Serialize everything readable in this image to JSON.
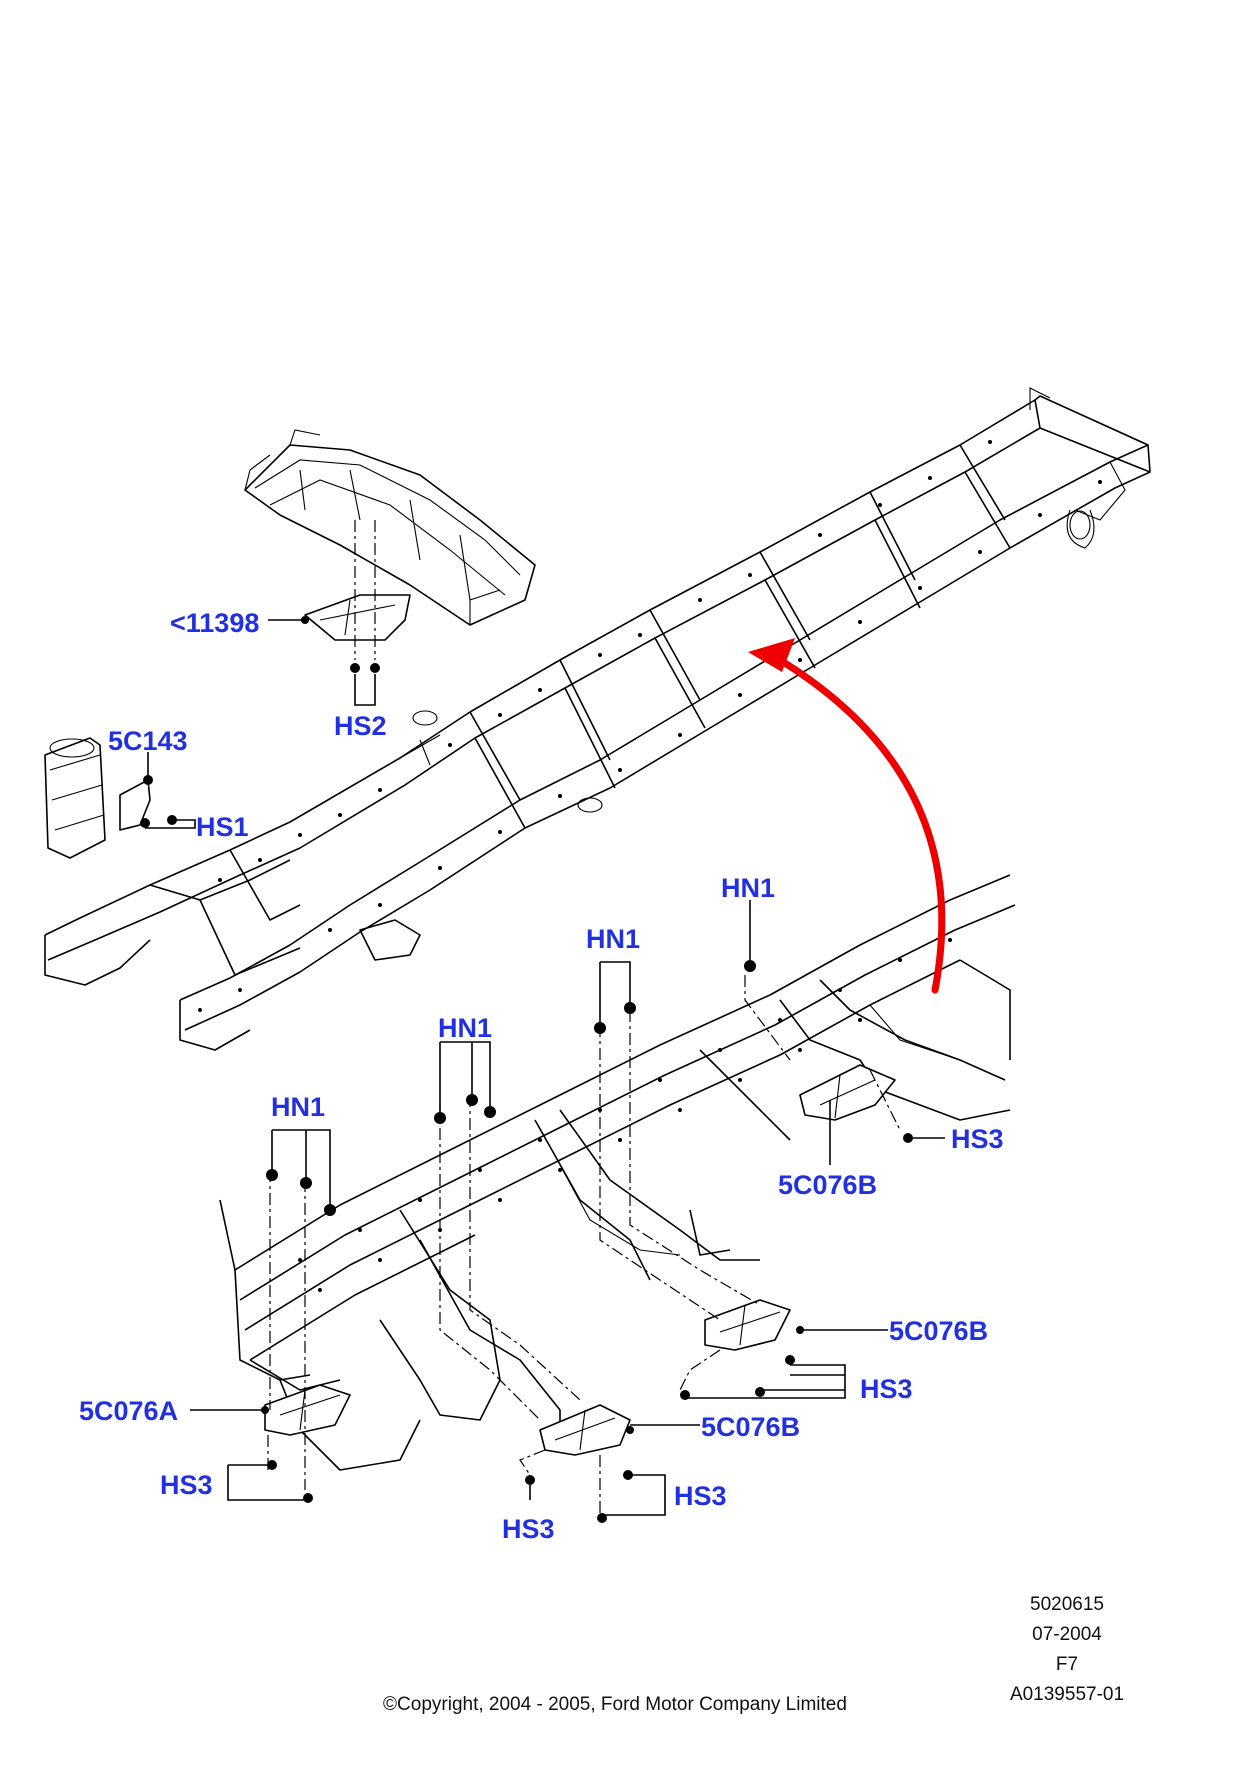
{
  "labels": {
    "p11398": "<11398",
    "hs2": "HS2",
    "p5c143": "5C143",
    "hs1": "HS1",
    "hn1_a": "HN1",
    "hn1_b": "HN1",
    "hn1_c": "HN1",
    "hn1_d": "HN1",
    "hs3_a": "HS3",
    "p5c076b_a": "5C076B",
    "p5c076b_b": "5C076B",
    "hs3_b": "HS3",
    "p5c076a": "5C076A",
    "p5c076b_c": "5C076B",
    "hs3_c": "HS3",
    "hs3_d": "HS3",
    "hs3_e": "HS3"
  },
  "meta": {
    "number": "5020615",
    "date": "07-2004",
    "code": "F7",
    "reference": "A0139557-01"
  },
  "copyright": "©Copyright, 2004 - 2005, Ford Motor Company Limited",
  "colors": {
    "label": "#2130e0",
    "arrow": "#ee0000",
    "line": "#000000"
  }
}
